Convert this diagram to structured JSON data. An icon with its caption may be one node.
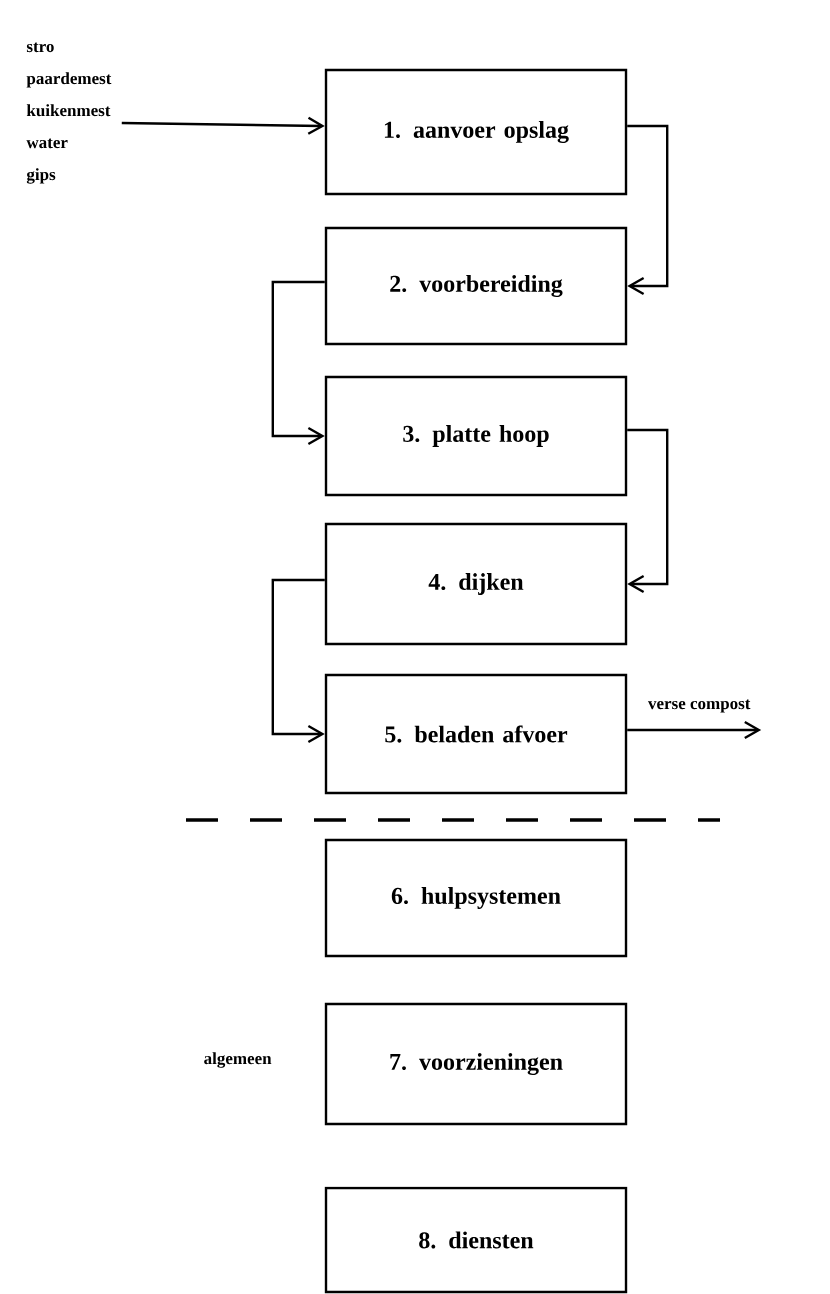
{
  "diagram": {
    "nodes": [
      {
        "text": [
          "stro",
          "paardemest",
          "kuikenmest",
          "water",
          "gips"
        ]
      },
      {
        "text": [
          "1. aanvoer opslag"
        ]
      },
      {
        "text": [
          "2. voorbereiding"
        ]
      },
      {
        "text": [
          "3. platte hoop"
        ]
      },
      {
        "text": [
          "4. dijken"
        ]
      },
      {
        "text": [
          "5. beladen afvoer"
        ]
      },
      {
        "text": [
          "6. hulpsystemen"
        ]
      },
      {
        "text": [
          "7. voorzieningen"
        ],
        "beside": [
          "algemeen"
        ]
      },
      {
        "text": [
          "8. diensten"
        ]
      }
    ],
    "edges": [
      {
        "from": 0,
        "to": 1,
        "arrow": "to"
      },
      {
        "from": 1,
        "to": 2,
        "arrow": "to"
      },
      {
        "from": 2,
        "to": 3,
        "arrow": "to"
      },
      {
        "from": 3,
        "to": 4,
        "arrow": "to"
      },
      {
        "from": 4,
        "to": 5,
        "arrow": "to"
      },
      {
        "from": 5,
        "to": null,
        "arrow": "to",
        "label": "verse compost"
      }
    ]
  }
}
